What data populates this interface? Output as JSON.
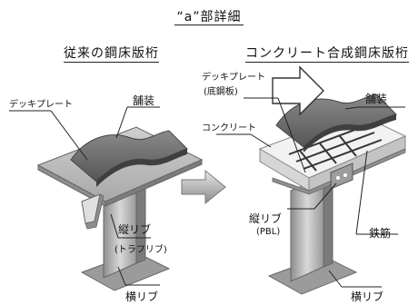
{
  "title": "“a”部詳細",
  "left": {
    "heading": "従来の鋼床版桁",
    "labels": {
      "deck_plate": "デッキプレート",
      "pavement": "舗装",
      "longitudinal_rib": "縦リブ",
      "trough_rib": "(トラフリブ)",
      "transverse_rib": "横リブ"
    }
  },
  "right": {
    "heading": "コンクリート合成鋼床版桁",
    "labels": {
      "deck_plate": "デッキプレート",
      "bottom_steel_plate": "(底鋼板)",
      "pavement": "舗装",
      "concrete": "コンクリート",
      "longitudinal_rib": "縦リブ",
      "pbl": "(PBL)",
      "rebar": "鉄筋",
      "transverse_rib": "横リブ"
    }
  }
}
